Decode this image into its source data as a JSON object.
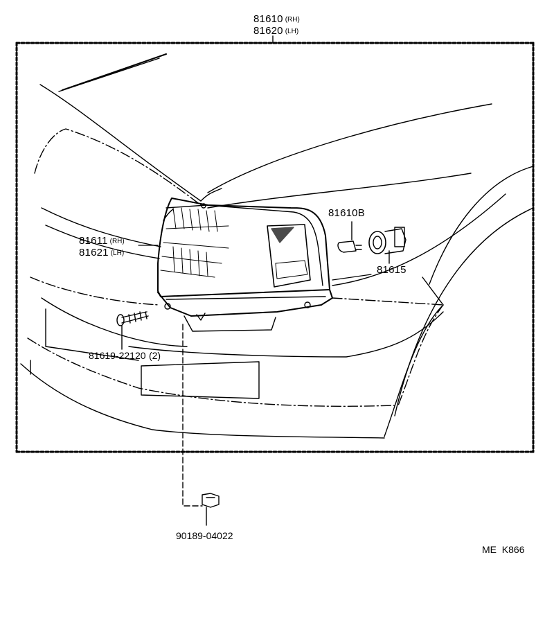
{
  "assembly": {
    "rh_part": "81610",
    "rh_suffix": "(RH)",
    "lh_part": "81620",
    "lh_suffix": "(LH)"
  },
  "lens": {
    "rh_part": "81611",
    "rh_suffix": "(RH)",
    "lh_part": "81621",
    "lh_suffix": "(LH)"
  },
  "bulb": {
    "part": "81610B"
  },
  "socket": {
    "part": "81615"
  },
  "screw": {
    "part": "81619-22120",
    "qty": "(2)"
  },
  "clip": {
    "part": "90189-04022"
  },
  "drawing_code": "ME  K866"
}
